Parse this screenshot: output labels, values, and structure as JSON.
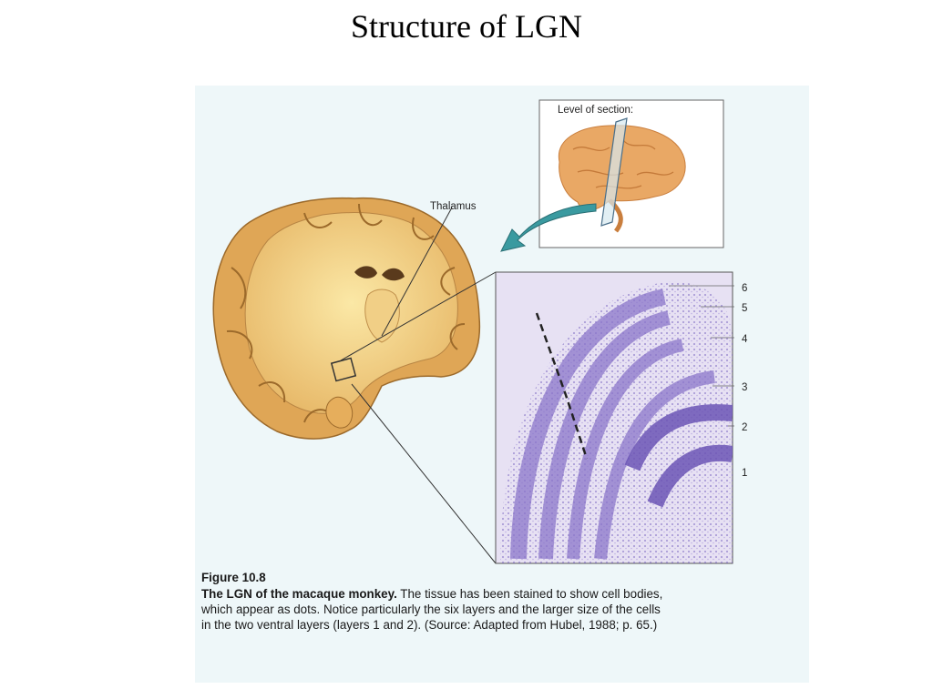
{
  "slide": {
    "title": "Structure of LGN"
  },
  "figure": {
    "inset_label": "Level of section:",
    "thalamus_label": "Thalamus",
    "layer_labels": [
      "6",
      "5",
      "4",
      "3",
      "2",
      "1"
    ],
    "caption": {
      "figure_number": "Figure 10.8",
      "lead": "The LGN of the macaque monkey.",
      "line1_rest": " The tissue has been stained to show cell bodies,",
      "line2": "which appear as dots. Notice particularly the six layers and the larger size of the cells",
      "line3": "in the two ventral layers (layers 1 and 2). (Source: Adapted from Hubel, 1988; p. 65.)"
    }
  },
  "colors": {
    "panel_bg": "#eef7f9",
    "brain_outer": "#d9a14e",
    "brain_inner": "#fbe9a4",
    "tissue_bg": "#e7e1f3",
    "tissue_layer": "#8b76c9",
    "arrow": "#3a9aa0"
  }
}
